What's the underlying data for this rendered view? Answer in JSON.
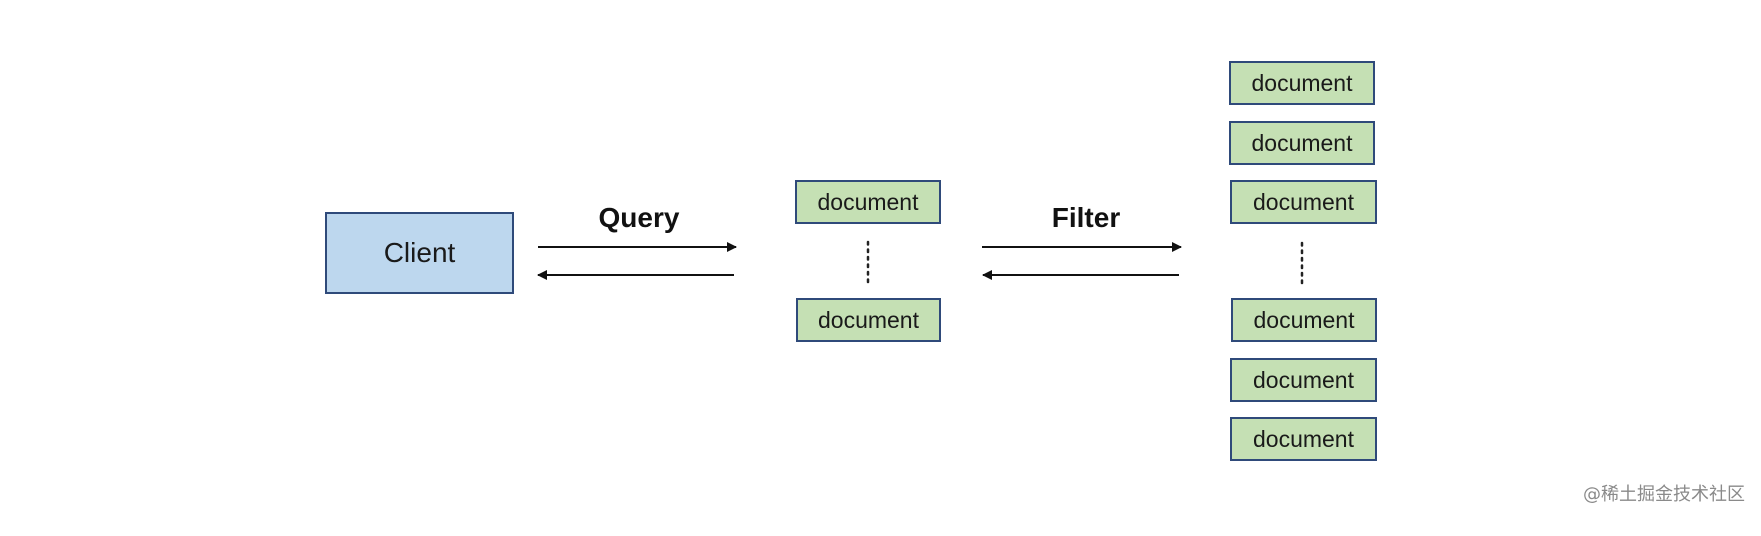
{
  "diagram": {
    "client_label": "Client",
    "query_label": "Query",
    "filter_label": "Filter",
    "middle_documents": [
      "document",
      "document"
    ],
    "right_documents_top": [
      "document",
      "document",
      "document"
    ],
    "right_documents_bottom": [
      "document",
      "document",
      "document"
    ],
    "watermark": "@稀土掘金技术社区"
  }
}
